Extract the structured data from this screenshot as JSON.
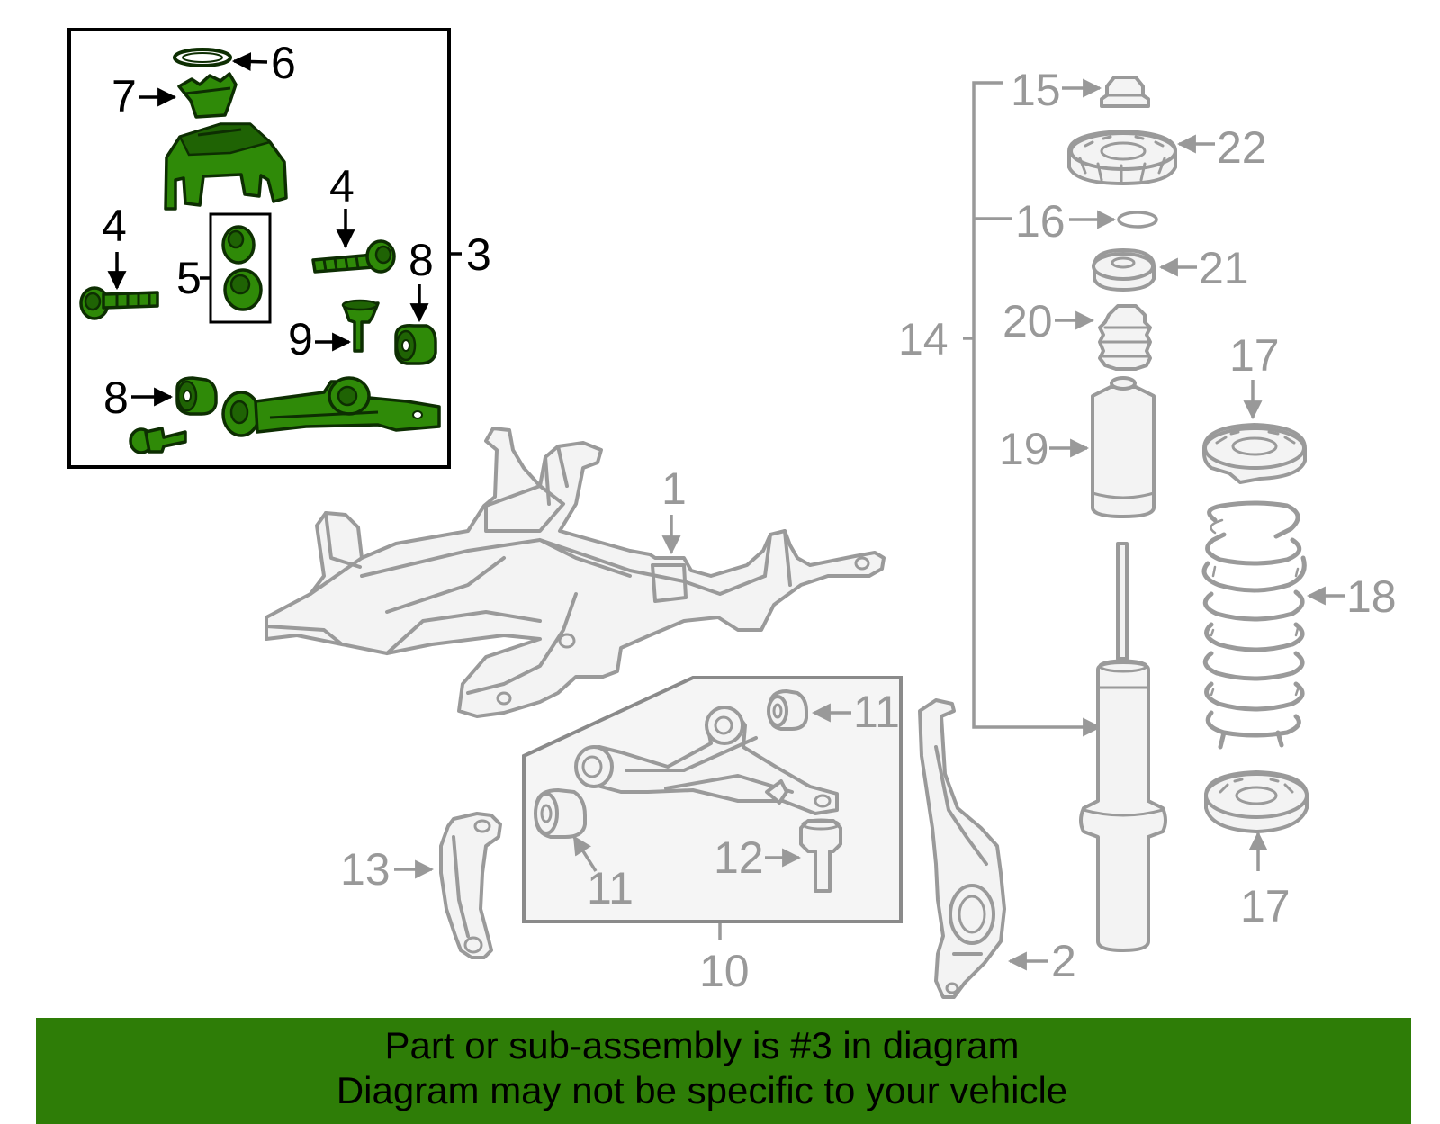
{
  "diagram": {
    "callouts": [
      {
        "label": "1"
      },
      {
        "label": "2"
      },
      {
        "label": "3"
      },
      {
        "label": "4"
      },
      {
        "label": "4"
      },
      {
        "label": "5"
      },
      {
        "label": "6"
      },
      {
        "label": "7"
      },
      {
        "label": "8"
      },
      {
        "label": "8"
      },
      {
        "label": "9"
      },
      {
        "label": "10"
      },
      {
        "label": "11"
      },
      {
        "label": "11"
      },
      {
        "label": "12"
      },
      {
        "label": "13"
      },
      {
        "label": "14"
      },
      {
        "label": "15"
      },
      {
        "label": "16"
      },
      {
        "label": "17"
      },
      {
        "label": "17"
      },
      {
        "label": "18"
      },
      {
        "label": "19"
      },
      {
        "label": "20"
      },
      {
        "label": "21"
      },
      {
        "label": "22"
      }
    ],
    "colors": {
      "highlight_part": "#2f8a08",
      "banner_background": "#2e7d07",
      "inactive_part": "#9a9a9a"
    }
  },
  "banner": {
    "line1": "Part or sub-assembly is #3 in diagram",
    "line2": "Diagram may not be specific to your vehicle"
  }
}
